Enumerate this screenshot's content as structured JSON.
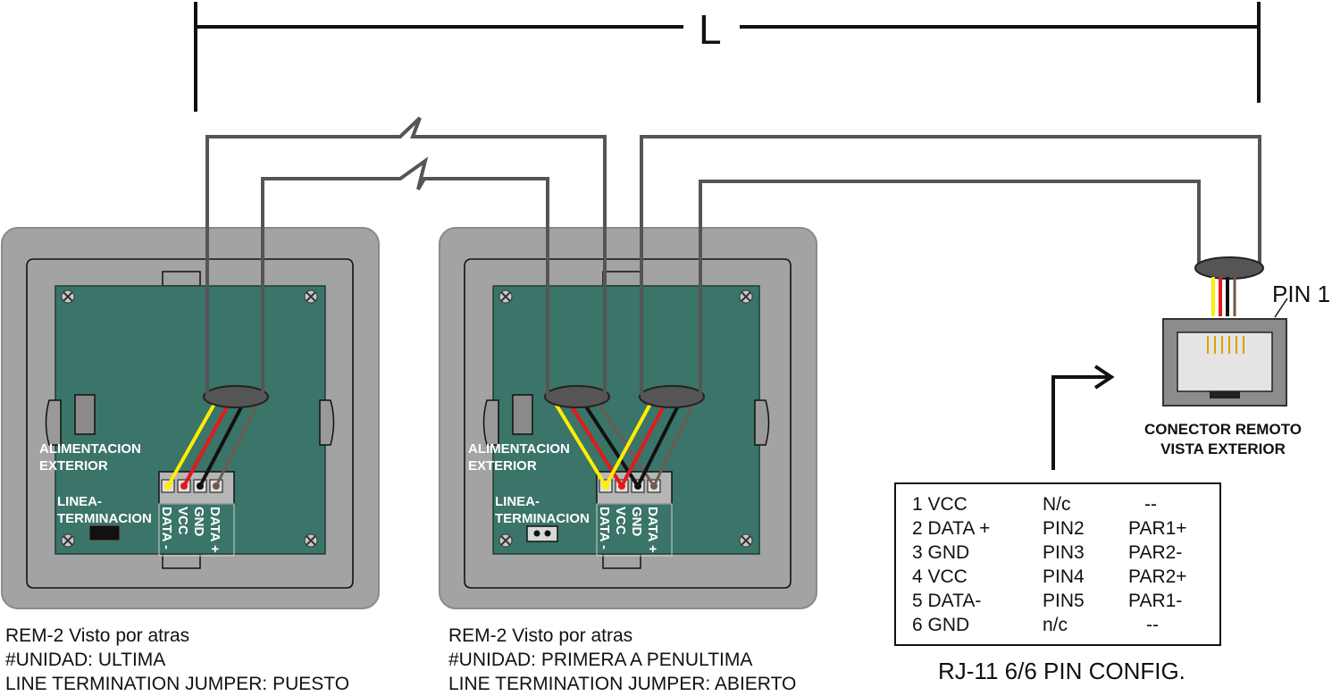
{
  "dimension": {
    "label": "L"
  },
  "panels": [
    {
      "alimentacion": [
        "ALIMENTACION",
        "EXTERIOR"
      ],
      "linea": [
        "LINEA-",
        "TERMINACION"
      ],
      "terminals": [
        "DATA -",
        "VCC",
        "GND",
        "DATA +"
      ],
      "caption": [
        "REM-2 Visto por atras",
        "#UNIDAD: ULTIMA",
        "LINE TERMINATION JUMPER: PUESTO"
      ]
    },
    {
      "alimentacion": [
        "ALIMENTACION",
        "EXTERIOR"
      ],
      "linea": [
        "LINEA-",
        "TERMINACION"
      ],
      "terminals": [
        "DATA -",
        "VCC",
        "GND",
        "DATA +"
      ],
      "caption": [
        "REM-2 Visto por atras",
        "#UNIDAD:  PRIMERA A PENULTIMA",
        "LINE TERMINATION JUMPER: ABIERTO"
      ]
    }
  ],
  "connector": {
    "pin_label": "PIN 1",
    "title": [
      "CONECTOR REMOTO",
      "VISTA EXTERIOR"
    ]
  },
  "pin_table": {
    "title": "RJ-11 6/6 PIN CONFIG.",
    "rows": [
      [
        "1 VCC",
        "N/c",
        "--"
      ],
      [
        "2 DATA +",
        "PIN2",
        "PAR1+"
      ],
      [
        "3 GND",
        "PIN3",
        "PAR2-"
      ],
      [
        "4 VCC",
        "PIN4",
        "PAR2+"
      ],
      [
        "5 DATA-",
        "PIN5",
        "PAR1-"
      ],
      [
        "6 GND",
        "n/c",
        "--"
      ]
    ]
  },
  "colors": {
    "panel_gray": "#a3a3a3",
    "pcb_green": "#3b7468",
    "cable_gray": "#555555",
    "wire_yellow": "#ffee00",
    "wire_red": "#e21a1a",
    "wire_black": "#111111",
    "wire_brown": "#6e5a50"
  }
}
